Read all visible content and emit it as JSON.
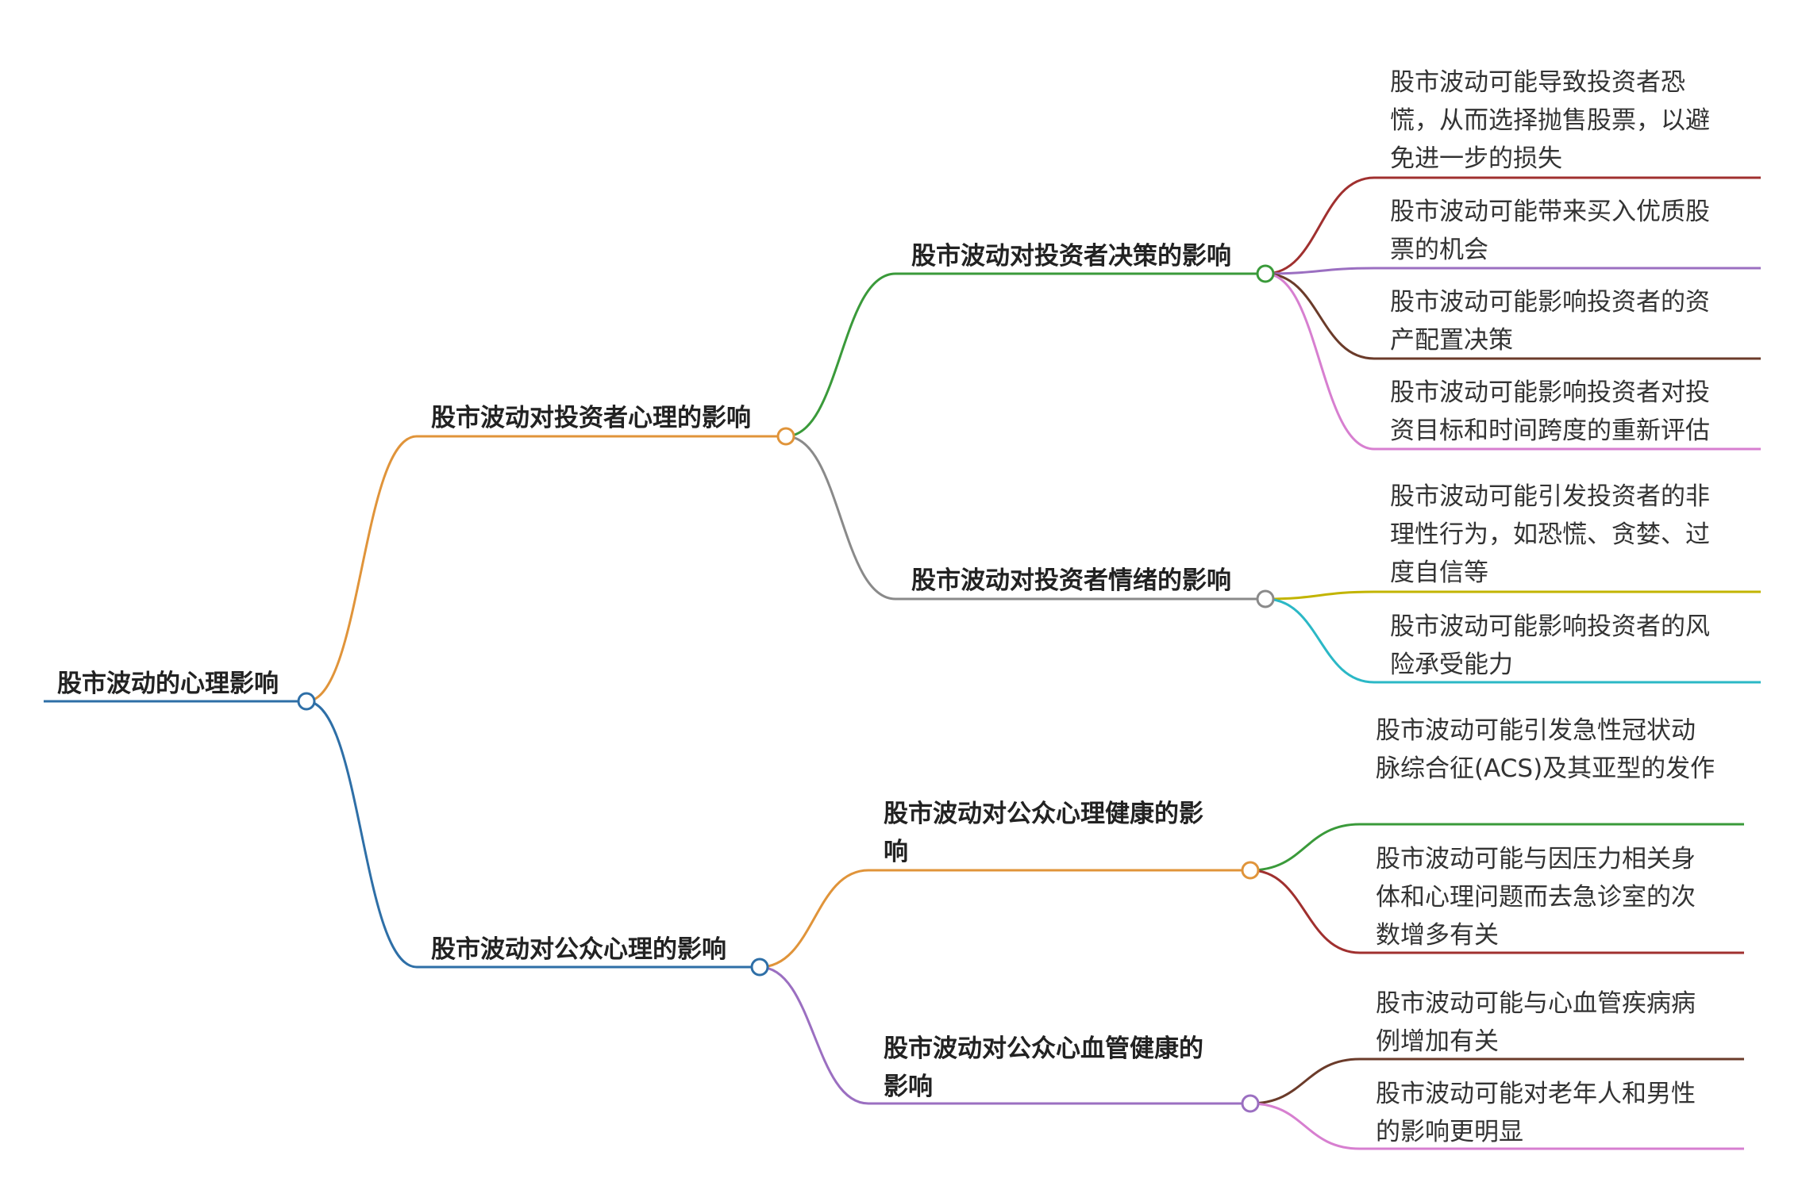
{
  "colors": {
    "root": "#2e6fa7",
    "n1": "#e0943a",
    "n2": "#2e6fa7",
    "n11": "#3a9a3a",
    "n12": "#8a8a8a",
    "n21": "#e0943a",
    "n22": "#9b6fc1",
    "leaf111": "#a0302f",
    "leaf112": "#9b6fc1",
    "leaf113": "#6b3b2a",
    "leaf114": "#d77fd0",
    "leaf121": "#c2b400",
    "leaf122": "#2bb8c6",
    "leaf211": "#3a9a3a",
    "leaf212": "#a0302f",
    "leaf221": "#6b3b2a",
    "leaf222": "#d77fd0"
  },
  "mindmap": {
    "root": "股市波动的心理影响",
    "n1": "股市波动对投资者心理的影响",
    "n2": "股市波动对公众心理的影响",
    "n11": "股市波动对投资者决策的影响",
    "n12": "股市波动对投资者情绪的影响",
    "n21": "股市波动对公众心理健康的影\n响",
    "n22": "股市波动对公众心血管健康的\n影响",
    "leaf111": "股市波动可能导致投资者恐\n慌，从而选择抛售股票，以避\n免进一步的损失",
    "leaf112": "股市波动可能带来买入优质股\n票的机会",
    "leaf113": "股市波动可能影响投资者的资\n产配置决策",
    "leaf114": "股市波动可能影响投资者对投\n资目标和时间跨度的重新评估",
    "leaf121": "股市波动可能引发投资者的非\n理性行为，如恐慌、贪婪、过\n度自信等",
    "leaf122": "股市波动可能影响投资者的风\n险承受能力",
    "leaf211": "股市波动可能引发急性冠状动\n脉综合征(ACS)及其亚型的发作",
    "leaf212": "股市波动可能与因压力相关身\n体和心理问题而去急诊室的次\n数增多有关",
    "leaf221": "股市波动可能与心血管疾病病\n例增加有关",
    "leaf222": "股市波动可能对老年人和男性\n的影响更明显"
  }
}
